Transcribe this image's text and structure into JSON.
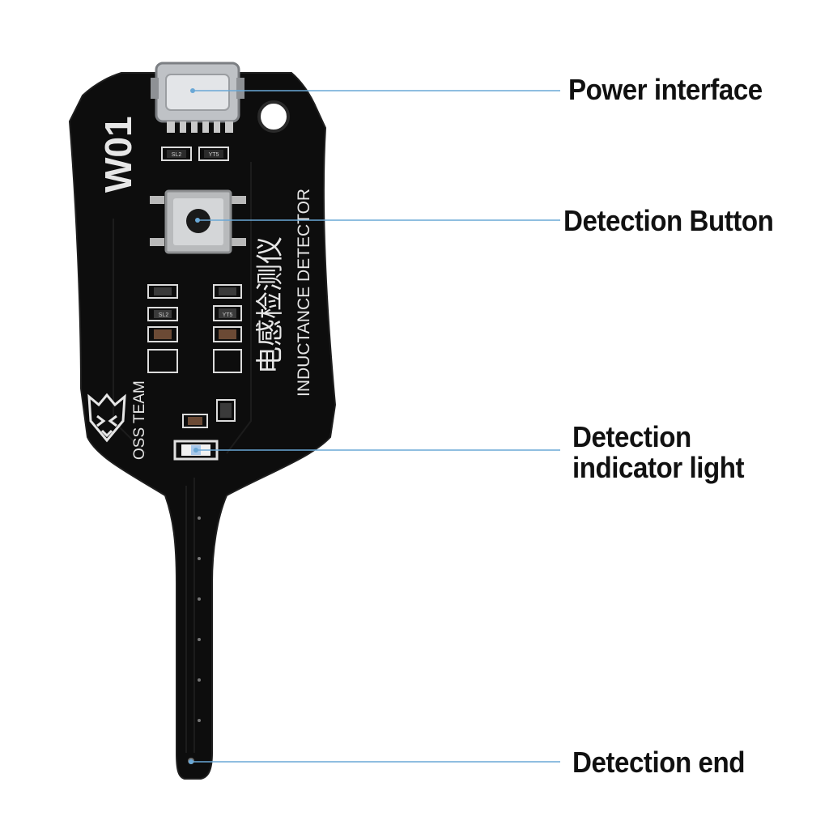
{
  "board": {
    "model": "W01",
    "brand": "OSS TEAM",
    "title_cn": "电感检测仪",
    "title_en": "INDUCTANCE DETECTOR",
    "part_marks": [
      "SL2",
      "YT5",
      "SL2",
      "YT5"
    ]
  },
  "callouts": [
    {
      "name": "power-interface",
      "lines": [
        "Power interface"
      ]
    },
    {
      "name": "detection-button",
      "lines": [
        "Detection Button"
      ]
    },
    {
      "name": "detection-indicator-light",
      "lines": [
        "Detection",
        "indicator light"
      ]
    },
    {
      "name": "detection-end",
      "lines": [
        "Detection end"
      ]
    }
  ],
  "colors": {
    "background": "#ffffff",
    "pcb": "#0d0d0d",
    "silkscreen": "#e6e6e6",
    "leader_line": "#6aa8d6",
    "label_text": "#111111"
  }
}
